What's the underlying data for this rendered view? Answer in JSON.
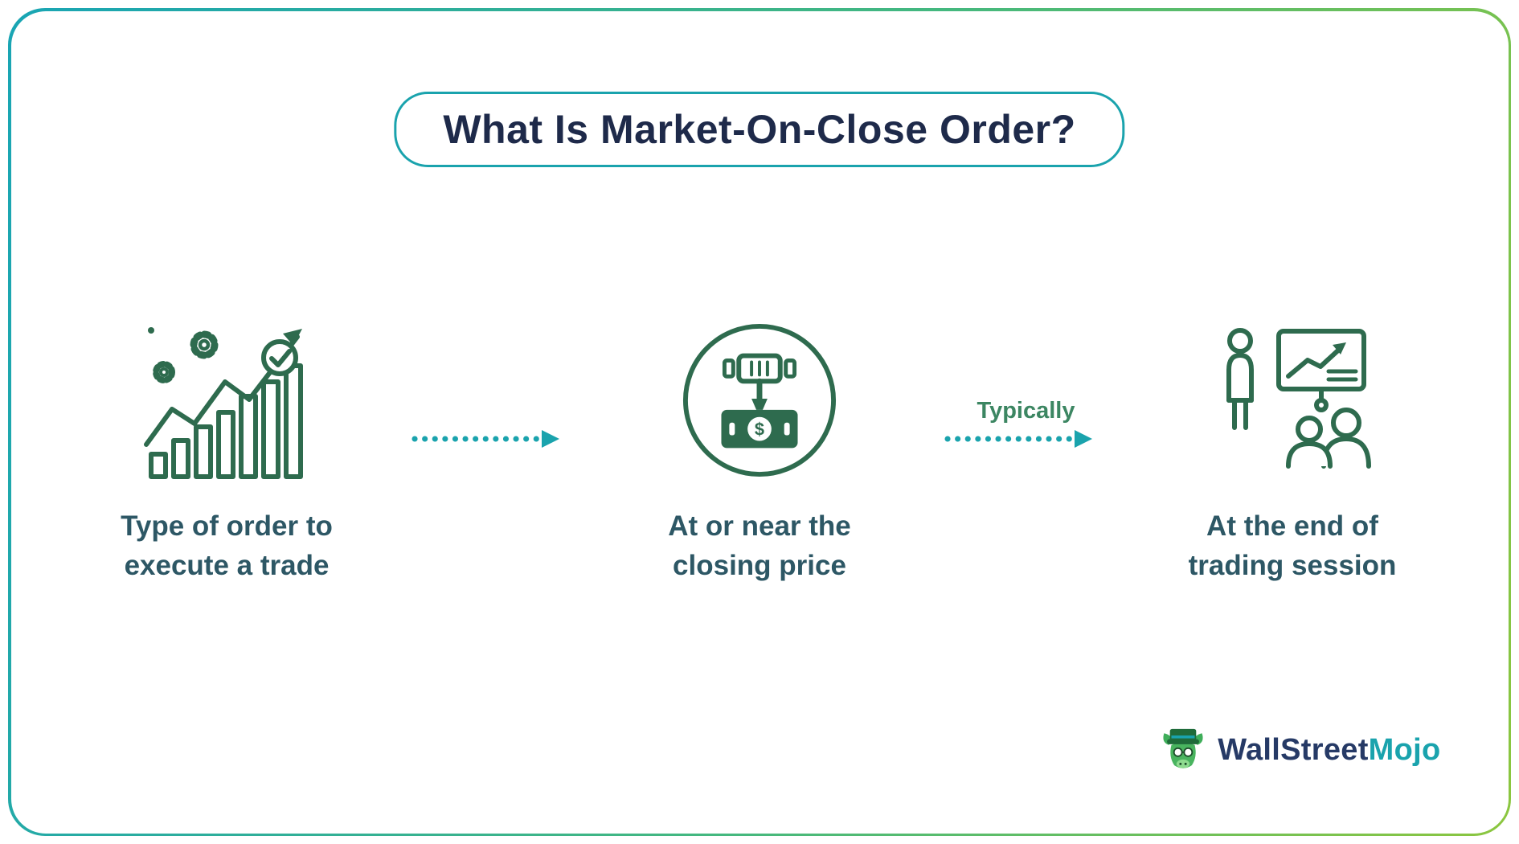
{
  "header": {
    "title": "What Is Market-On-Close Order?"
  },
  "steps": [
    {
      "icon": "trading-chart-icon",
      "caption": "Type of order to\nexecute a trade"
    },
    {
      "icon": "gavel-money-icon",
      "caption": "At or near the\nclosing price"
    },
    {
      "icon": "presentation-audience-icon",
      "caption": "At the end of\ntrading session"
    }
  ],
  "connectors": [
    {
      "label": ""
    },
    {
      "label": "Typically"
    }
  ],
  "logo": {
    "text_primary": "WallStreet",
    "text_secondary": "Mojo"
  },
  "colors": {
    "accent_teal": "#1aa3ad",
    "icon_green": "#2e6b4e",
    "title_navy": "#1e2a4a",
    "caption_teal": "#2d5765",
    "connector_label_green": "#3c8662",
    "border_gradient_start": "#19a5b4",
    "border_gradient_end": "#8cc63f",
    "brand_navy": "#263a66",
    "brand_teal": "#1aa3ad"
  }
}
